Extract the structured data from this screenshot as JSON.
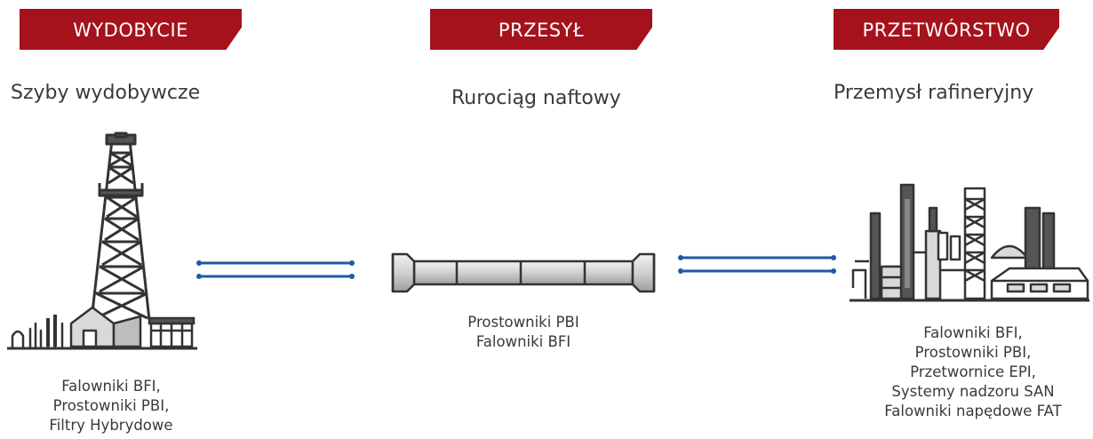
{
  "colors": {
    "badge": "#a5121c",
    "connector": "#1e5aa8",
    "line_art": "#333333",
    "fill_light": "#d9d9d9"
  },
  "stages": [
    {
      "badge": "WYDOBYCIE",
      "heading": "Szyby wydobywcze",
      "icon": "oil-derrick-icon",
      "products": [
        "Falowniki BFI,",
        "Prostowniki PBI,",
        "Filtry Hybrydowe"
      ]
    },
    {
      "badge": "PRZESYŁ",
      "heading": "Rurociąg naftowy",
      "icon": "pipeline-icon",
      "products": [
        "Prostowniki PBI",
        "Falowniki BFI"
      ]
    },
    {
      "badge": "PRZETWÓRSTWO",
      "heading": "Przemysł rafineryjny",
      "icon": "refinery-icon",
      "products": [
        "Falowniki BFI,",
        "Prostowniki PBI,",
        "Przetwornice EPI,",
        "Systemy nadzoru SAN",
        "Falowniki napędowe FAT"
      ]
    }
  ],
  "connectors": [
    {
      "from": "WYDOBYCIE",
      "to": "PRZESYŁ",
      "icon": "double-line-connector-icon"
    },
    {
      "from": "PRZESYŁ",
      "to": "PRZETWÓRSTWO",
      "icon": "double-line-connector-icon"
    }
  ]
}
